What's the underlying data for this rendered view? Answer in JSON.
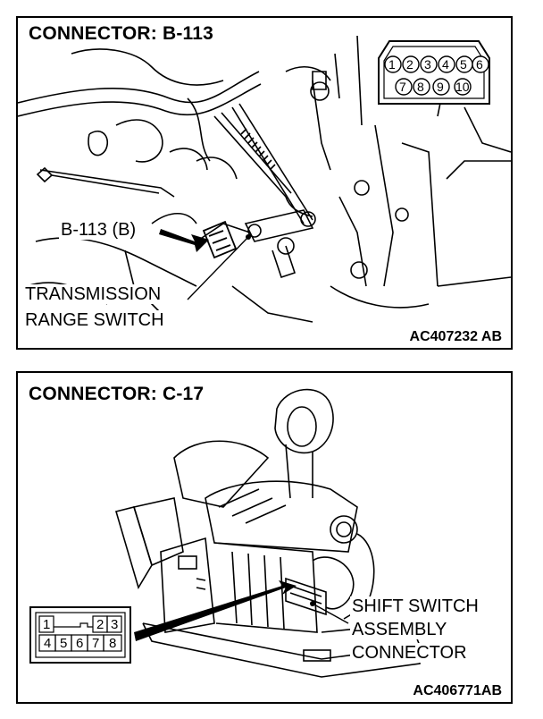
{
  "panels": [
    {
      "title": "CONNECTOR: B-113",
      "figure_code": "AC407232 AB",
      "callout": "B-113 (B)",
      "component_label_line1": "TRANSMISSION",
      "component_label_line2": "RANGE SWITCH",
      "connector_pins": [
        "1",
        "2",
        "3",
        "4",
        "5",
        "6",
        "7",
        "8",
        "9",
        "10"
      ]
    },
    {
      "title": "CONNECTOR: C-17",
      "figure_code": "AC406771AB",
      "component_label_line1": "SHIFT SWITCH",
      "component_label_line2": "ASSEMBLY",
      "component_label_line3": "CONNECTOR",
      "connector_pins": [
        "1",
        "2",
        "3",
        "4",
        "5",
        "6",
        "7",
        "8"
      ]
    }
  ]
}
